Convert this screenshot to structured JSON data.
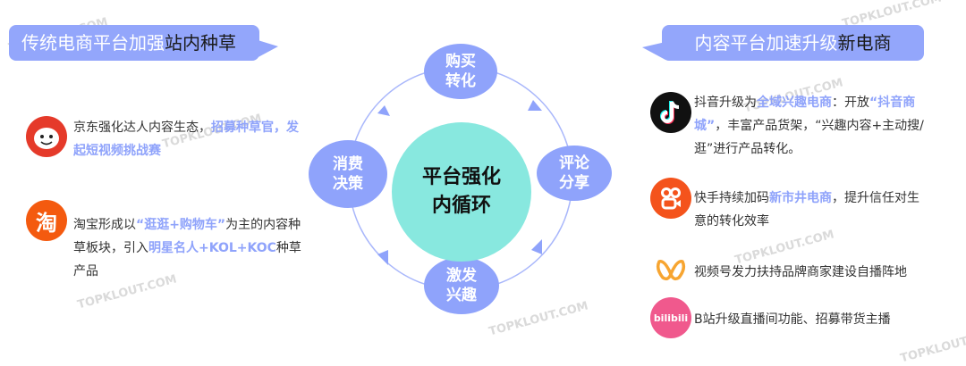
{
  "left_panel": {
    "title_light": "传统电商平台加强",
    "title_dark": "站内种草",
    "items": [
      {
        "icon": "jd-logo-icon",
        "segments": [
          {
            "text": "京东强化达人内容生态，",
            "hl": false
          },
          {
            "text": "招募种草官，发起短视频挑战赛",
            "hl": true
          }
        ]
      },
      {
        "icon": "taobao-logo-icon",
        "icon_text": "淘",
        "segments": [
          {
            "text": "淘宝形成以",
            "hl": false
          },
          {
            "text": "“逛逛+购物车”",
            "hl": true
          },
          {
            "text": "为主的内容种草板块，引入",
            "hl": false
          },
          {
            "text": "明星名人+KOL+KOC",
            "hl": true
          },
          {
            "text": "种草产品",
            "hl": false
          }
        ]
      }
    ]
  },
  "right_panel": {
    "title_light": "内容平台加速升级",
    "title_dark": "新电商",
    "items": [
      {
        "icon": "douyin-logo-icon",
        "segments": [
          {
            "text": "抖音升级为",
            "hl": false
          },
          {
            "text": "全域兴趣电商",
            "hl": true
          },
          {
            "text": "：开放",
            "hl": false
          },
          {
            "text": "“抖音商城”",
            "hl": true
          },
          {
            "text": "，丰富产品货架，“兴趣内容+主动搜/逛”进行产品转化。",
            "hl": false
          }
        ]
      },
      {
        "icon": "kuaishou-logo-icon",
        "segments": [
          {
            "text": "快手持续加码",
            "hl": false
          },
          {
            "text": "新市井电商",
            "hl": true
          },
          {
            "text": "，提升信任对生意的转化效率",
            "hl": false
          }
        ]
      },
      {
        "icon": "wechat-channels-logo-icon",
        "segments": [
          {
            "text": "视频号发力扶持品牌商家建设自播阵地",
            "hl": false
          }
        ]
      },
      {
        "icon": "bilibili-logo-icon",
        "icon_text": "bilibili",
        "segments": [
          {
            "text": "B站升级直播间功能、招募带货主播",
            "hl": false
          }
        ]
      }
    ]
  },
  "cycle": {
    "center": [
      "平台强化",
      "内循环"
    ],
    "nodes": {
      "top": [
        "购买",
        "转化"
      ],
      "right": [
        "评论",
        "分享"
      ],
      "bottom": [
        "激发",
        "兴趣"
      ],
      "left": [
        "消费",
        "决策"
      ]
    }
  },
  "watermark": "TOPKLOUT.COM",
  "colors": {
    "accent": "#8fa3fb",
    "center": "#88e8df"
  }
}
